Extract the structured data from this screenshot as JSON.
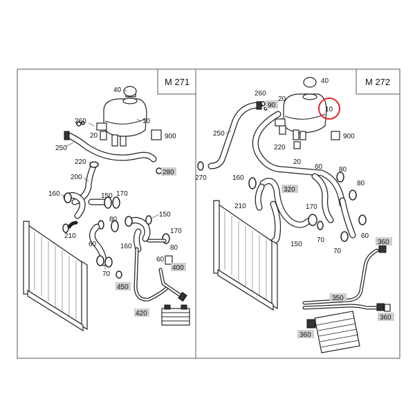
{
  "panels": [
    {
      "model": "M 271",
      "labels": [
        "40",
        "260",
        "20",
        "10",
        "250",
        "900",
        "220",
        "280",
        "200",
        "160",
        "150",
        "170",
        "80",
        "210",
        "60",
        "70",
        "150",
        "170",
        "160",
        "80",
        "60",
        "400",
        "450",
        "420"
      ],
      "boxed": [
        "280",
        "400",
        "450",
        "420"
      ]
    },
    {
      "model": "M 272",
      "labels": [
        "40",
        "260",
        "20",
        "90",
        "10",
        "250",
        "900",
        "220",
        "20",
        "270",
        "60",
        "80",
        "160",
        "320",
        "80",
        "210",
        "170",
        "150",
        "70",
        "60",
        "70",
        "360",
        "350",
        "360",
        "360"
      ],
      "boxed": [
        "90",
        "320",
        "360",
        "350",
        "360",
        "360"
      ],
      "highlighted": "10"
    }
  ],
  "colors": {
    "highlight": "#e0262a",
    "label_box": "#cfcfcf",
    "line": "#222222"
  }
}
